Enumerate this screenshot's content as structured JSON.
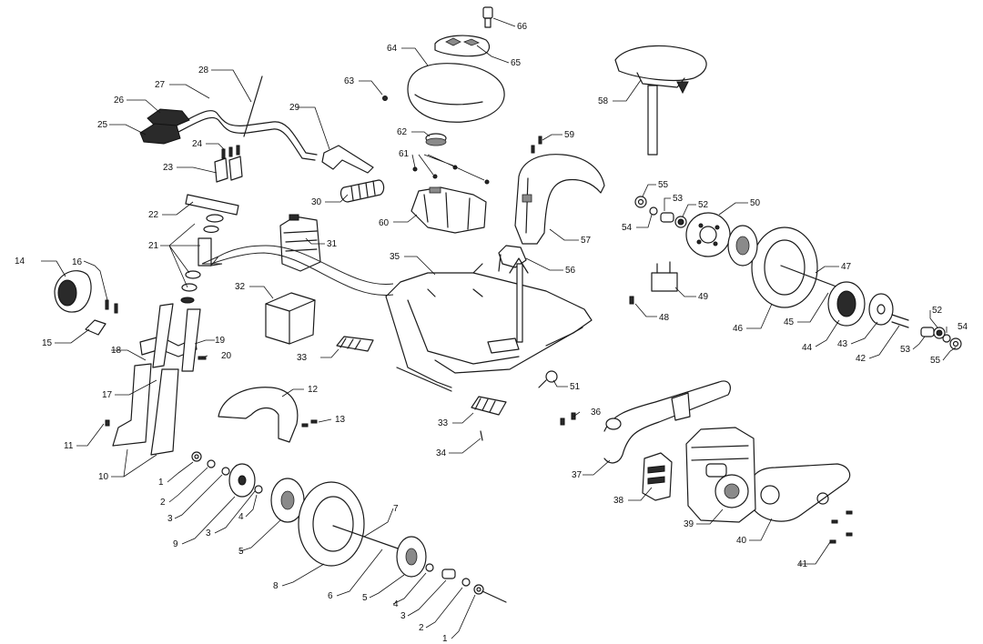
{
  "callouts": [
    {
      "id": "c66",
      "text": "66"
    },
    {
      "id": "c65",
      "text": "65"
    },
    {
      "id": "c64",
      "text": "64"
    },
    {
      "id": "c63",
      "text": "63"
    },
    {
      "id": "c62",
      "text": "62"
    },
    {
      "id": "c61",
      "text": "61"
    },
    {
      "id": "c60",
      "text": "60"
    },
    {
      "id": "c59",
      "text": "59"
    },
    {
      "id": "c58",
      "text": "58"
    },
    {
      "id": "c57",
      "text": "57"
    },
    {
      "id": "c56",
      "text": "56"
    },
    {
      "id": "c55a",
      "text": "55"
    },
    {
      "id": "c54a",
      "text": "54"
    },
    {
      "id": "c53a",
      "text": "53"
    },
    {
      "id": "c52a",
      "text": "52"
    },
    {
      "id": "c50",
      "text": "50"
    },
    {
      "id": "c49",
      "text": "49"
    },
    {
      "id": "c48",
      "text": "48"
    },
    {
      "id": "c47",
      "text": "47"
    },
    {
      "id": "c46",
      "text": "46"
    },
    {
      "id": "c45",
      "text": "45"
    },
    {
      "id": "c44",
      "text": "44"
    },
    {
      "id": "c43",
      "text": "43"
    },
    {
      "id": "c42",
      "text": "42"
    },
    {
      "id": "c53b",
      "text": "53"
    },
    {
      "id": "c52b",
      "text": "52"
    },
    {
      "id": "c54b",
      "text": "54"
    },
    {
      "id": "c55b",
      "text": "55"
    },
    {
      "id": "c51",
      "text": "51"
    },
    {
      "id": "c41",
      "text": "41"
    },
    {
      "id": "c40",
      "text": "40"
    },
    {
      "id": "c39",
      "text": "39"
    },
    {
      "id": "c38",
      "text": "38"
    },
    {
      "id": "c37",
      "text": "37"
    },
    {
      "id": "c36",
      "text": "36"
    },
    {
      "id": "c35",
      "text": "35"
    },
    {
      "id": "c34",
      "text": "34"
    },
    {
      "id": "c33a",
      "text": "33"
    },
    {
      "id": "c33b",
      "text": "33"
    },
    {
      "id": "c32",
      "text": "32"
    },
    {
      "id": "c31",
      "text": "31"
    },
    {
      "id": "c30",
      "text": "30"
    },
    {
      "id": "c29",
      "text": "29"
    },
    {
      "id": "c28",
      "text": "28"
    },
    {
      "id": "c27",
      "text": "27"
    },
    {
      "id": "c26",
      "text": "26"
    },
    {
      "id": "c25",
      "text": "25"
    },
    {
      "id": "c24",
      "text": "24"
    },
    {
      "id": "c23",
      "text": "23"
    },
    {
      "id": "c22",
      "text": "22"
    },
    {
      "id": "c21",
      "text": "21"
    },
    {
      "id": "c20",
      "text": "20"
    },
    {
      "id": "c19",
      "text": "19"
    },
    {
      "id": "c18",
      "text": "18"
    },
    {
      "id": "c17",
      "text": "17"
    },
    {
      "id": "c16",
      "text": "16"
    },
    {
      "id": "c15",
      "text": "15"
    },
    {
      "id": "c14",
      "text": "14"
    },
    {
      "id": "c13",
      "text": "13"
    },
    {
      "id": "c12",
      "text": "12"
    },
    {
      "id": "c11",
      "text": "11"
    },
    {
      "id": "c10",
      "text": "10"
    },
    {
      "id": "c9",
      "text": "9"
    },
    {
      "id": "c8",
      "text": "8"
    },
    {
      "id": "c7",
      "text": "7"
    },
    {
      "id": "c6",
      "text": "6"
    },
    {
      "id": "c5a",
      "text": "5"
    },
    {
      "id": "c5b",
      "text": "5"
    },
    {
      "id": "c4a",
      "text": "4"
    },
    {
      "id": "c4b",
      "text": "4"
    },
    {
      "id": "c3a",
      "text": "3"
    },
    {
      "id": "c3b",
      "text": "3"
    },
    {
      "id": "c3c",
      "text": "3"
    },
    {
      "id": "c2a",
      "text": "2"
    },
    {
      "id": "c2b",
      "text": "2"
    },
    {
      "id": "c1a",
      "text": "1"
    },
    {
      "id": "c1b",
      "text": "1"
    }
  ]
}
